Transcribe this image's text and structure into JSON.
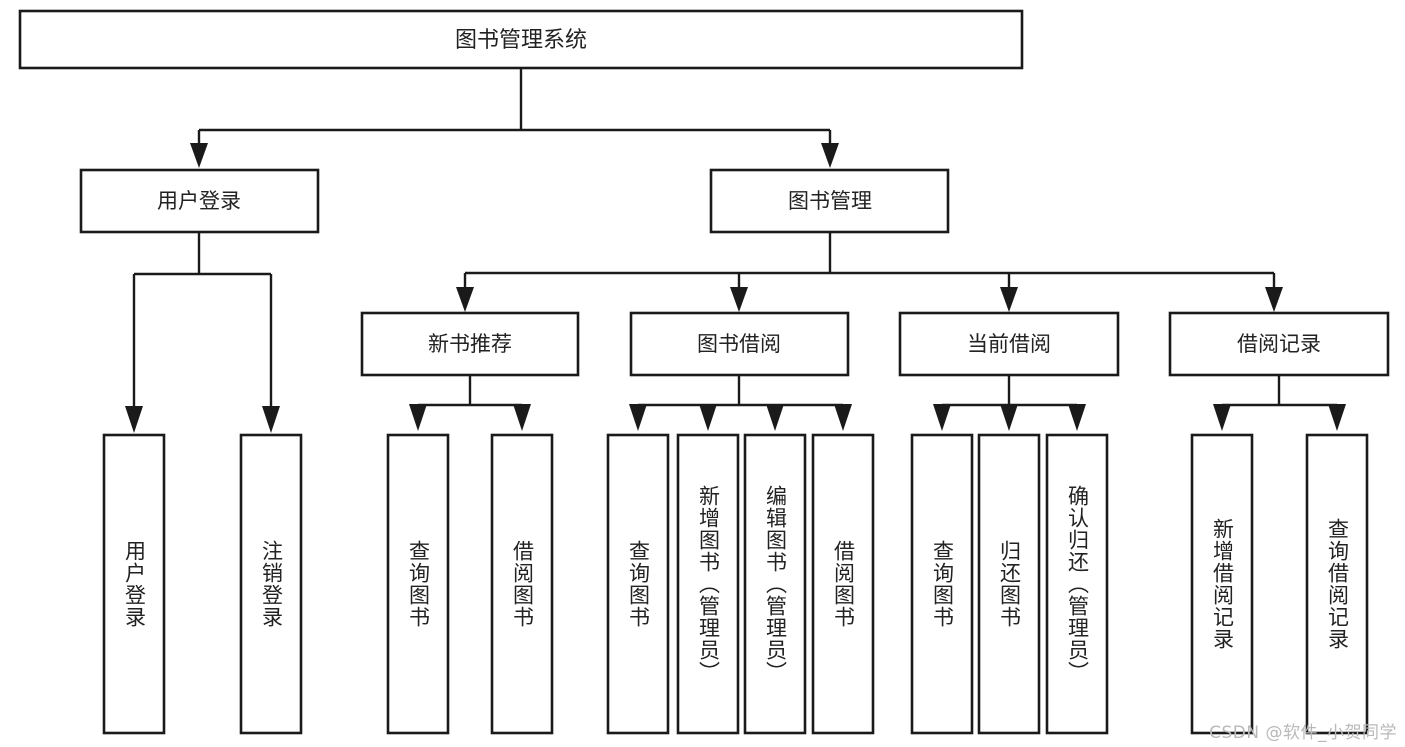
{
  "diagram": {
    "title": "图书管理系统",
    "type": "tree-hierarchy",
    "watermark": "CSDN @软件_小贺同学",
    "colors": {
      "background": "#ffffff",
      "box_stroke": "#1a1a1a",
      "box_fill": "#ffffff",
      "text": "#222222",
      "connector": "#1a1a1a",
      "watermark": "#b9b9b9"
    },
    "root": {
      "label": "图书管理系统",
      "id": "root"
    },
    "level2": [
      {
        "id": "user-login",
        "label": "用户登录"
      },
      {
        "id": "book-management",
        "label": "图书管理"
      }
    ],
    "level3": [
      {
        "id": "new-book-recommend",
        "label": "新书推荐",
        "parent": "book-management"
      },
      {
        "id": "book-borrow",
        "label": "图书借阅",
        "parent": "book-management"
      },
      {
        "id": "current-borrow",
        "label": "当前借阅",
        "parent": "book-management"
      },
      {
        "id": "borrow-record",
        "label": "借阅记录",
        "parent": "book-management"
      }
    ],
    "leaves": [
      {
        "id": "leaf-user-login",
        "label": "用户登录",
        "parent": "user-login"
      },
      {
        "id": "leaf-logout",
        "label": "注销登录",
        "parent": "user-login"
      },
      {
        "id": "leaf-query-book-1",
        "label": "查询图书",
        "parent": "new-book-recommend"
      },
      {
        "id": "leaf-borrow-book-1",
        "label": "借阅图书",
        "parent": "new-book-recommend"
      },
      {
        "id": "leaf-query-book-2",
        "label": "查询图书",
        "parent": "book-borrow"
      },
      {
        "id": "leaf-add-book",
        "label": "新增图书（管理员）",
        "parent": "book-borrow"
      },
      {
        "id": "leaf-edit-book",
        "label": "编辑图书（管理员）",
        "parent": "book-borrow"
      },
      {
        "id": "leaf-borrow-book-2",
        "label": "借阅图书",
        "parent": "book-borrow"
      },
      {
        "id": "leaf-query-book-3",
        "label": "查询图书",
        "parent": "current-borrow"
      },
      {
        "id": "leaf-return-book",
        "label": "归还图书",
        "parent": "current-borrow"
      },
      {
        "id": "leaf-confirm-return",
        "label": "确认归还（管理员）",
        "parent": "current-borrow"
      },
      {
        "id": "leaf-add-record",
        "label": "新增借阅记录",
        "parent": "borrow-record"
      },
      {
        "id": "leaf-query-record",
        "label": "查询借阅记录",
        "parent": "borrow-record"
      }
    ]
  }
}
